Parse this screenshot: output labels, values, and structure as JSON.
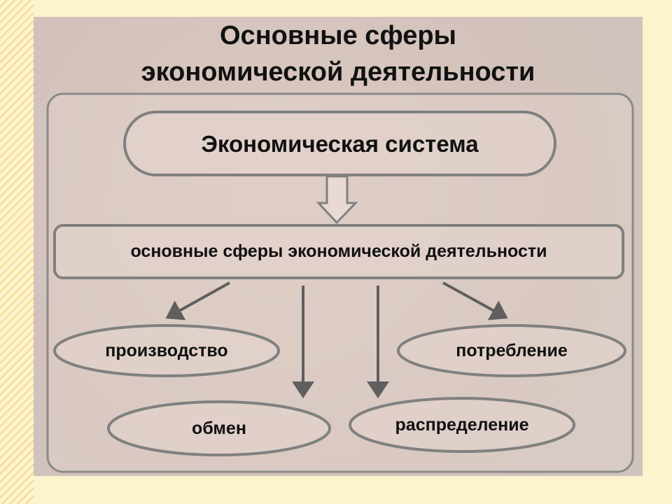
{
  "title": {
    "line1": "Основные сферы",
    "line2": "экономической деятельности"
  },
  "system": "Экономическая система",
  "spheres_header": "основные сферы экономической деятельности",
  "spheres": [
    "производство",
    "потребление",
    "обмен",
    "распределение"
  ],
  "colors": {
    "background": "#fdf3cc",
    "panel": "#d6c5bd",
    "stroke": "#7a7a7a",
    "arrow": "#5f5f5f"
  }
}
